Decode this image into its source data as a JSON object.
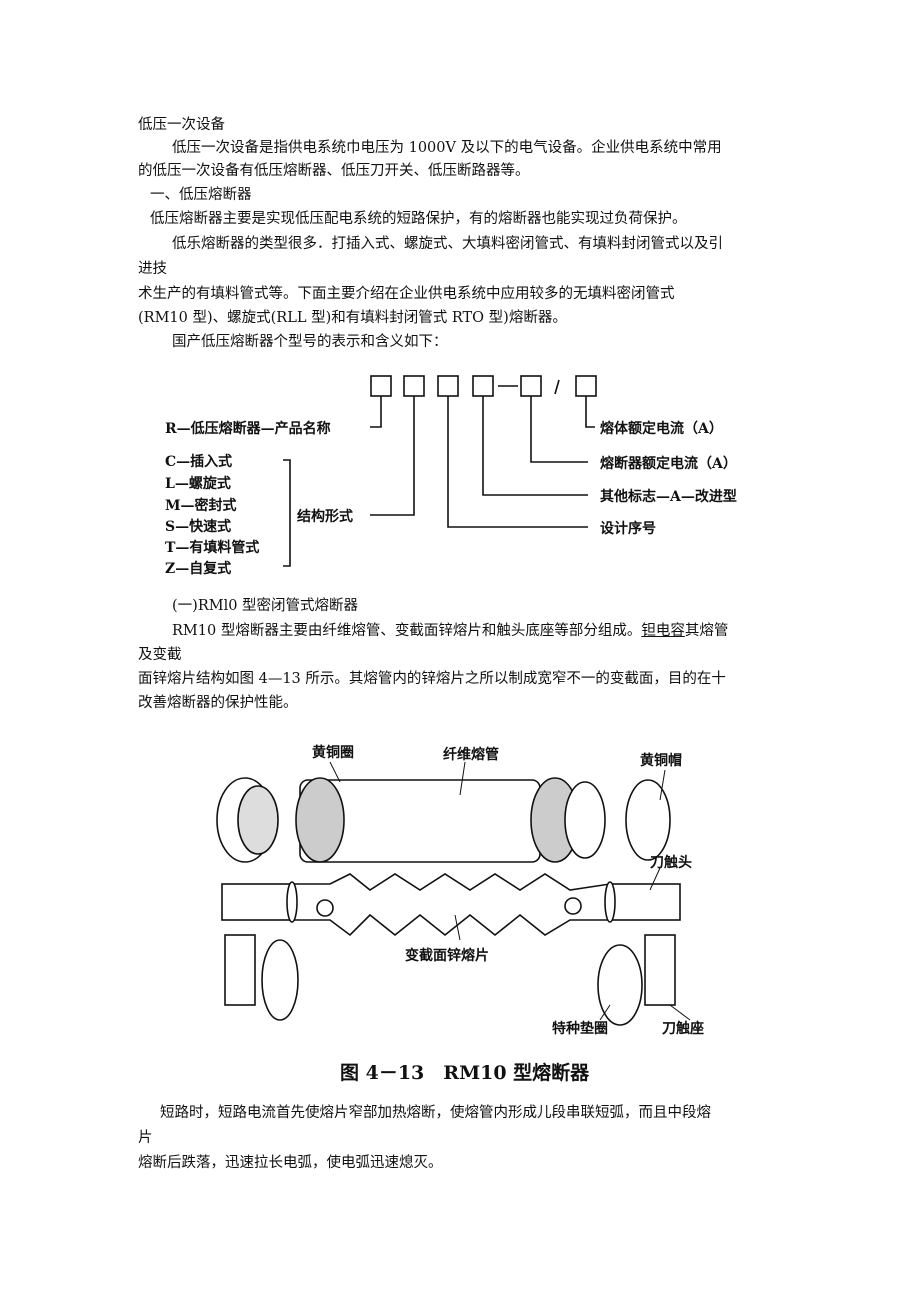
{
  "title": "低压一次设备",
  "para1a": "低压一次设备是指供电系统巾电压为 1000V 及以下的电气设备。企业供电系统中常用",
  "para1b": "的低压一次设备有低压熔断器、低压刀开关、低压断路器等。",
  "section1": "一、低压熔断器",
  "para2": "低压熔断器主要是实现低压配电系统的短路保护，有的熔断器也能实现过负荷保护。",
  "para3a": "低乐熔断器的类型很多．打插入式、螺旋式、大填料密闭管式、有填料封闭管式以及引",
  "para3b": "进技",
  "para3c": "术生产的有填料管式等。下面主要介绍在企业供电系统中应用较多的无填料密闭管式",
  "para3d": "(RM10 型)、螺旋式(RLL 型)和有填料封闭管式 RTO 型)熔断器。",
  "para4": "国产低压熔断器个型号的表示和含义如下：",
  "diagram": {
    "dash": "—",
    "slash": "/",
    "product": "R—低压熔断器—产品名称",
    "types": [
      "C—插入式",
      "L—螺旋式",
      "M—密封式",
      "S—快速式",
      "T—有填料管式",
      "Z—自复式"
    ],
    "structure": "结构形式",
    "melt_current": "熔体额定电流（A）",
    "fuse_current": "熔断器额定电流（A）",
    "other": "其他标志—A—改进型",
    "design": "设计序号"
  },
  "sub1": "(一)RMl0 型密闭管式熔断器",
  "para5a": "RM10 型熔断器主要由纤维熔管、变截面锌熔片和触头底座等部分组成。",
  "para5link": "钽电容",
  "para5b": "其熔管",
  "para5c": "及变截",
  "para5d": "面锌熔片结构如图 4—13 所示。其熔管内的锌熔片之所以制成宽窄不一的变截面，目的在十",
  "para5e": "改善熔断器的保护性能。",
  "figure": {
    "labels": {
      "brass_ring": "黄铜圈",
      "fiber_tube": "纤维熔管",
      "brass_cap": "黄铜帽",
      "blade_contact": "刀触头",
      "zinc_strip": "变截面锌熔片",
      "washer": "特种垫圈",
      "blade_seat": "刀触座"
    },
    "caption": "图 4－13　RM10 型熔断器"
  },
  "para6a": "短路时，短路电流首先使熔片窄部加热熔断，使熔管内形成儿段串联短弧，而且中段熔",
  "para6b": "片",
  "para6c": "熔断后跌落，迅速拉长电弧，使电弧迅速熄灭。"
}
